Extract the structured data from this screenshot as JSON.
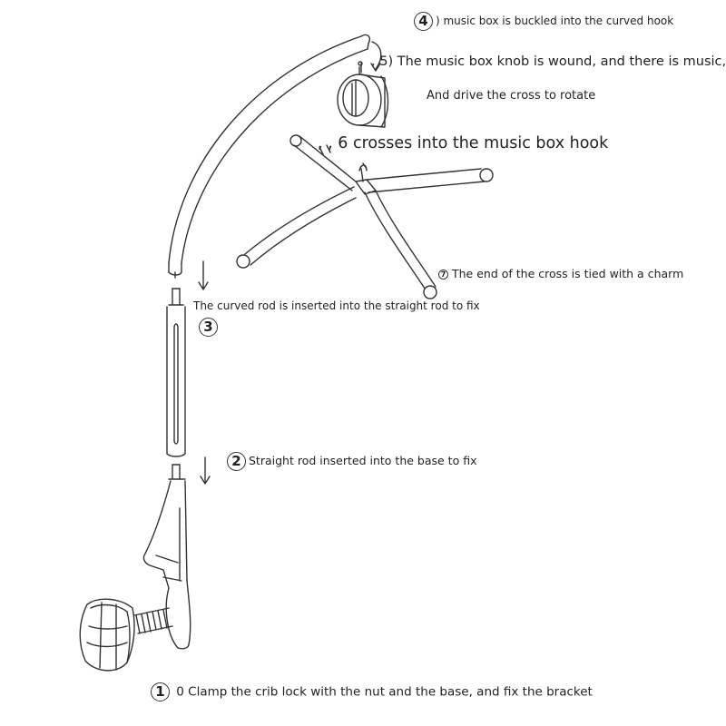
{
  "steps": {
    "step1": {
      "number": "1",
      "text": "0 Clamp the crib lock with the nut and the base, and fix the bracket"
    },
    "step2": {
      "number": "2",
      "text": "Straight rod inserted into the base to fix"
    },
    "step3": {
      "number": "3",
      "text": "The curved rod is inserted into the straight rod to fix"
    },
    "step4": {
      "number": "4",
      "text": ") music box is buckled into the curved hook"
    },
    "step5": {
      "text": ", 5) The music box knob is wound, and there is music,",
      "continuation": "And drive the cross to rotate"
    },
    "step6": {
      "text": ", , 6 crosses into the music box hook"
    },
    "step7": {
      "number": "7",
      "text": "The end of the cross is tied with a charm"
    }
  },
  "colors": {
    "line": "#333333",
    "text": "#222222",
    "background": "#ffffff"
  }
}
